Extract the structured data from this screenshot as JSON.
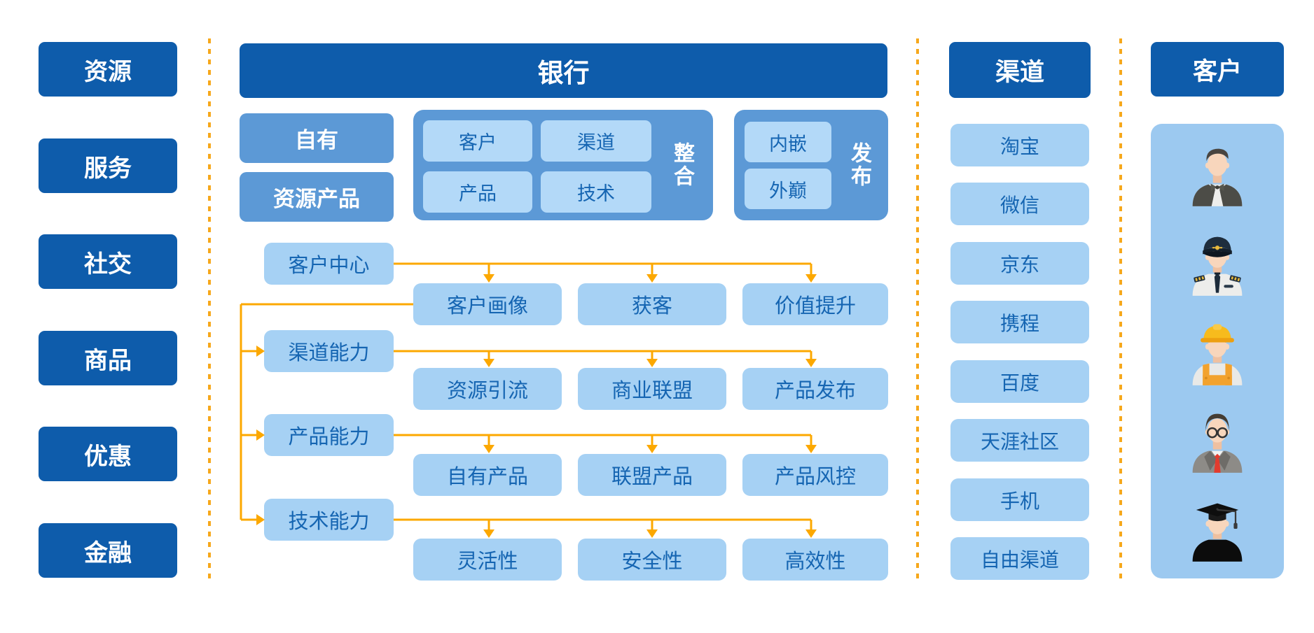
{
  "colors": {
    "dark_blue": "#0E5CAB",
    "medium_blue": "#5C99D6",
    "light_blue": "#A6D1F4",
    "cell_blue": "#B3D9F8",
    "panel_blue": "#9CC9F0",
    "text_blue": "#1565B2",
    "orange": "#FCA800",
    "dotted_orange": "#F6A81C"
  },
  "left_column": {
    "items": [
      "资源",
      "服务",
      "社交",
      "商品",
      "优惠",
      "金融"
    ]
  },
  "bank": {
    "title": "银行",
    "own_box": "自有",
    "resource_product_box": "资源产品",
    "integration_group": {
      "label": "整合",
      "cells": [
        "客户",
        "渠道",
        "产品",
        "技术"
      ]
    },
    "publish_group": {
      "label": "发布",
      "cells": [
        "内嵌",
        "外巅"
      ]
    },
    "flow_rows": [
      {
        "source": "客户中心",
        "targets": [
          "客户画像",
          "获客",
          "价值提升"
        ]
      },
      {
        "source": "渠道能力",
        "targets": [
          "资源引流",
          "商业联盟",
          "产品发布"
        ]
      },
      {
        "source": "产品能力",
        "targets": [
          "自有产品",
          "联盟产品",
          "产品风控"
        ]
      },
      {
        "source": "技术能力",
        "targets": [
          "灵活性",
          "安全性",
          "高效性"
        ]
      }
    ]
  },
  "channels": {
    "title": "渠道",
    "items": [
      "淘宝",
      "微信",
      "京东",
      "携程",
      "百度",
      "天涯社区",
      "手机",
      "自由渠道"
    ]
  },
  "customers": {
    "title": "客户",
    "icons": [
      "waiter-icon",
      "pilot-icon",
      "construction-worker-icon",
      "businessman-icon",
      "graduate-icon"
    ]
  }
}
